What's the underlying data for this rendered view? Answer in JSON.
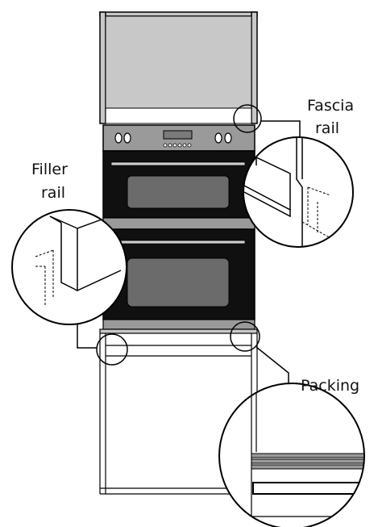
{
  "labels": {
    "fascia_line1": "Fascia",
    "fascia_line2": "rail",
    "filler_line1": "Filler",
    "filler_line2": "rail",
    "packing": "Packing"
  },
  "colors": {
    "line": "#000000",
    "cabinet_fill": "#c8c8c8",
    "panel_gray": "#9a9a9a",
    "oven_black": "#101010",
    "window_gray": "#6b6b6b",
    "background": "#ffffff"
  }
}
